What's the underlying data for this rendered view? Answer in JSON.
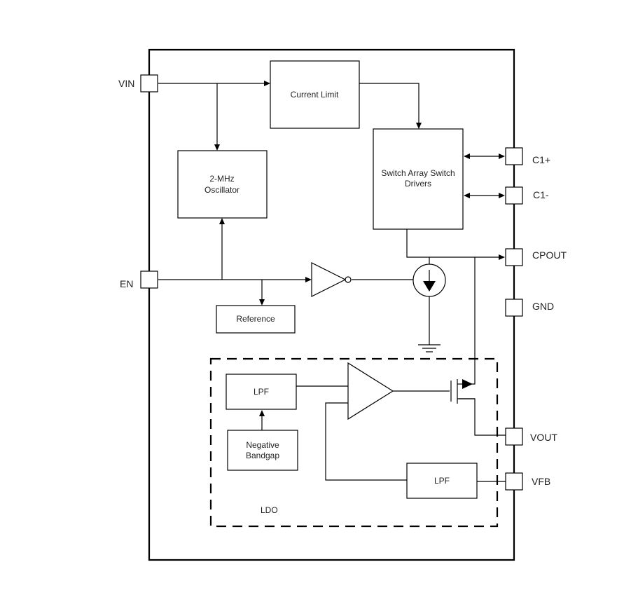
{
  "diagram": {
    "blocks": {
      "current_limit": "Current Limit",
      "oscillator_line1": "2-MHz",
      "oscillator_line2": "Oscillator",
      "switch_array_line1": "Switch Array Switch",
      "switch_array_line2": "Drivers",
      "reference": "Reference",
      "lpf_top": "LPF",
      "negative_bandgap_line1": "Negative",
      "negative_bandgap_line2": "Bandgap",
      "lpf_bottom": "LPF",
      "ldo_group": "LDO"
    },
    "pins": {
      "vin": "VIN",
      "en": "EN",
      "c1_plus": "C1+",
      "c1_minus": "C1-",
      "cpout": "CPOUT",
      "gnd": "GND",
      "vout": "VOUT",
      "vfb": "VFB"
    }
  }
}
